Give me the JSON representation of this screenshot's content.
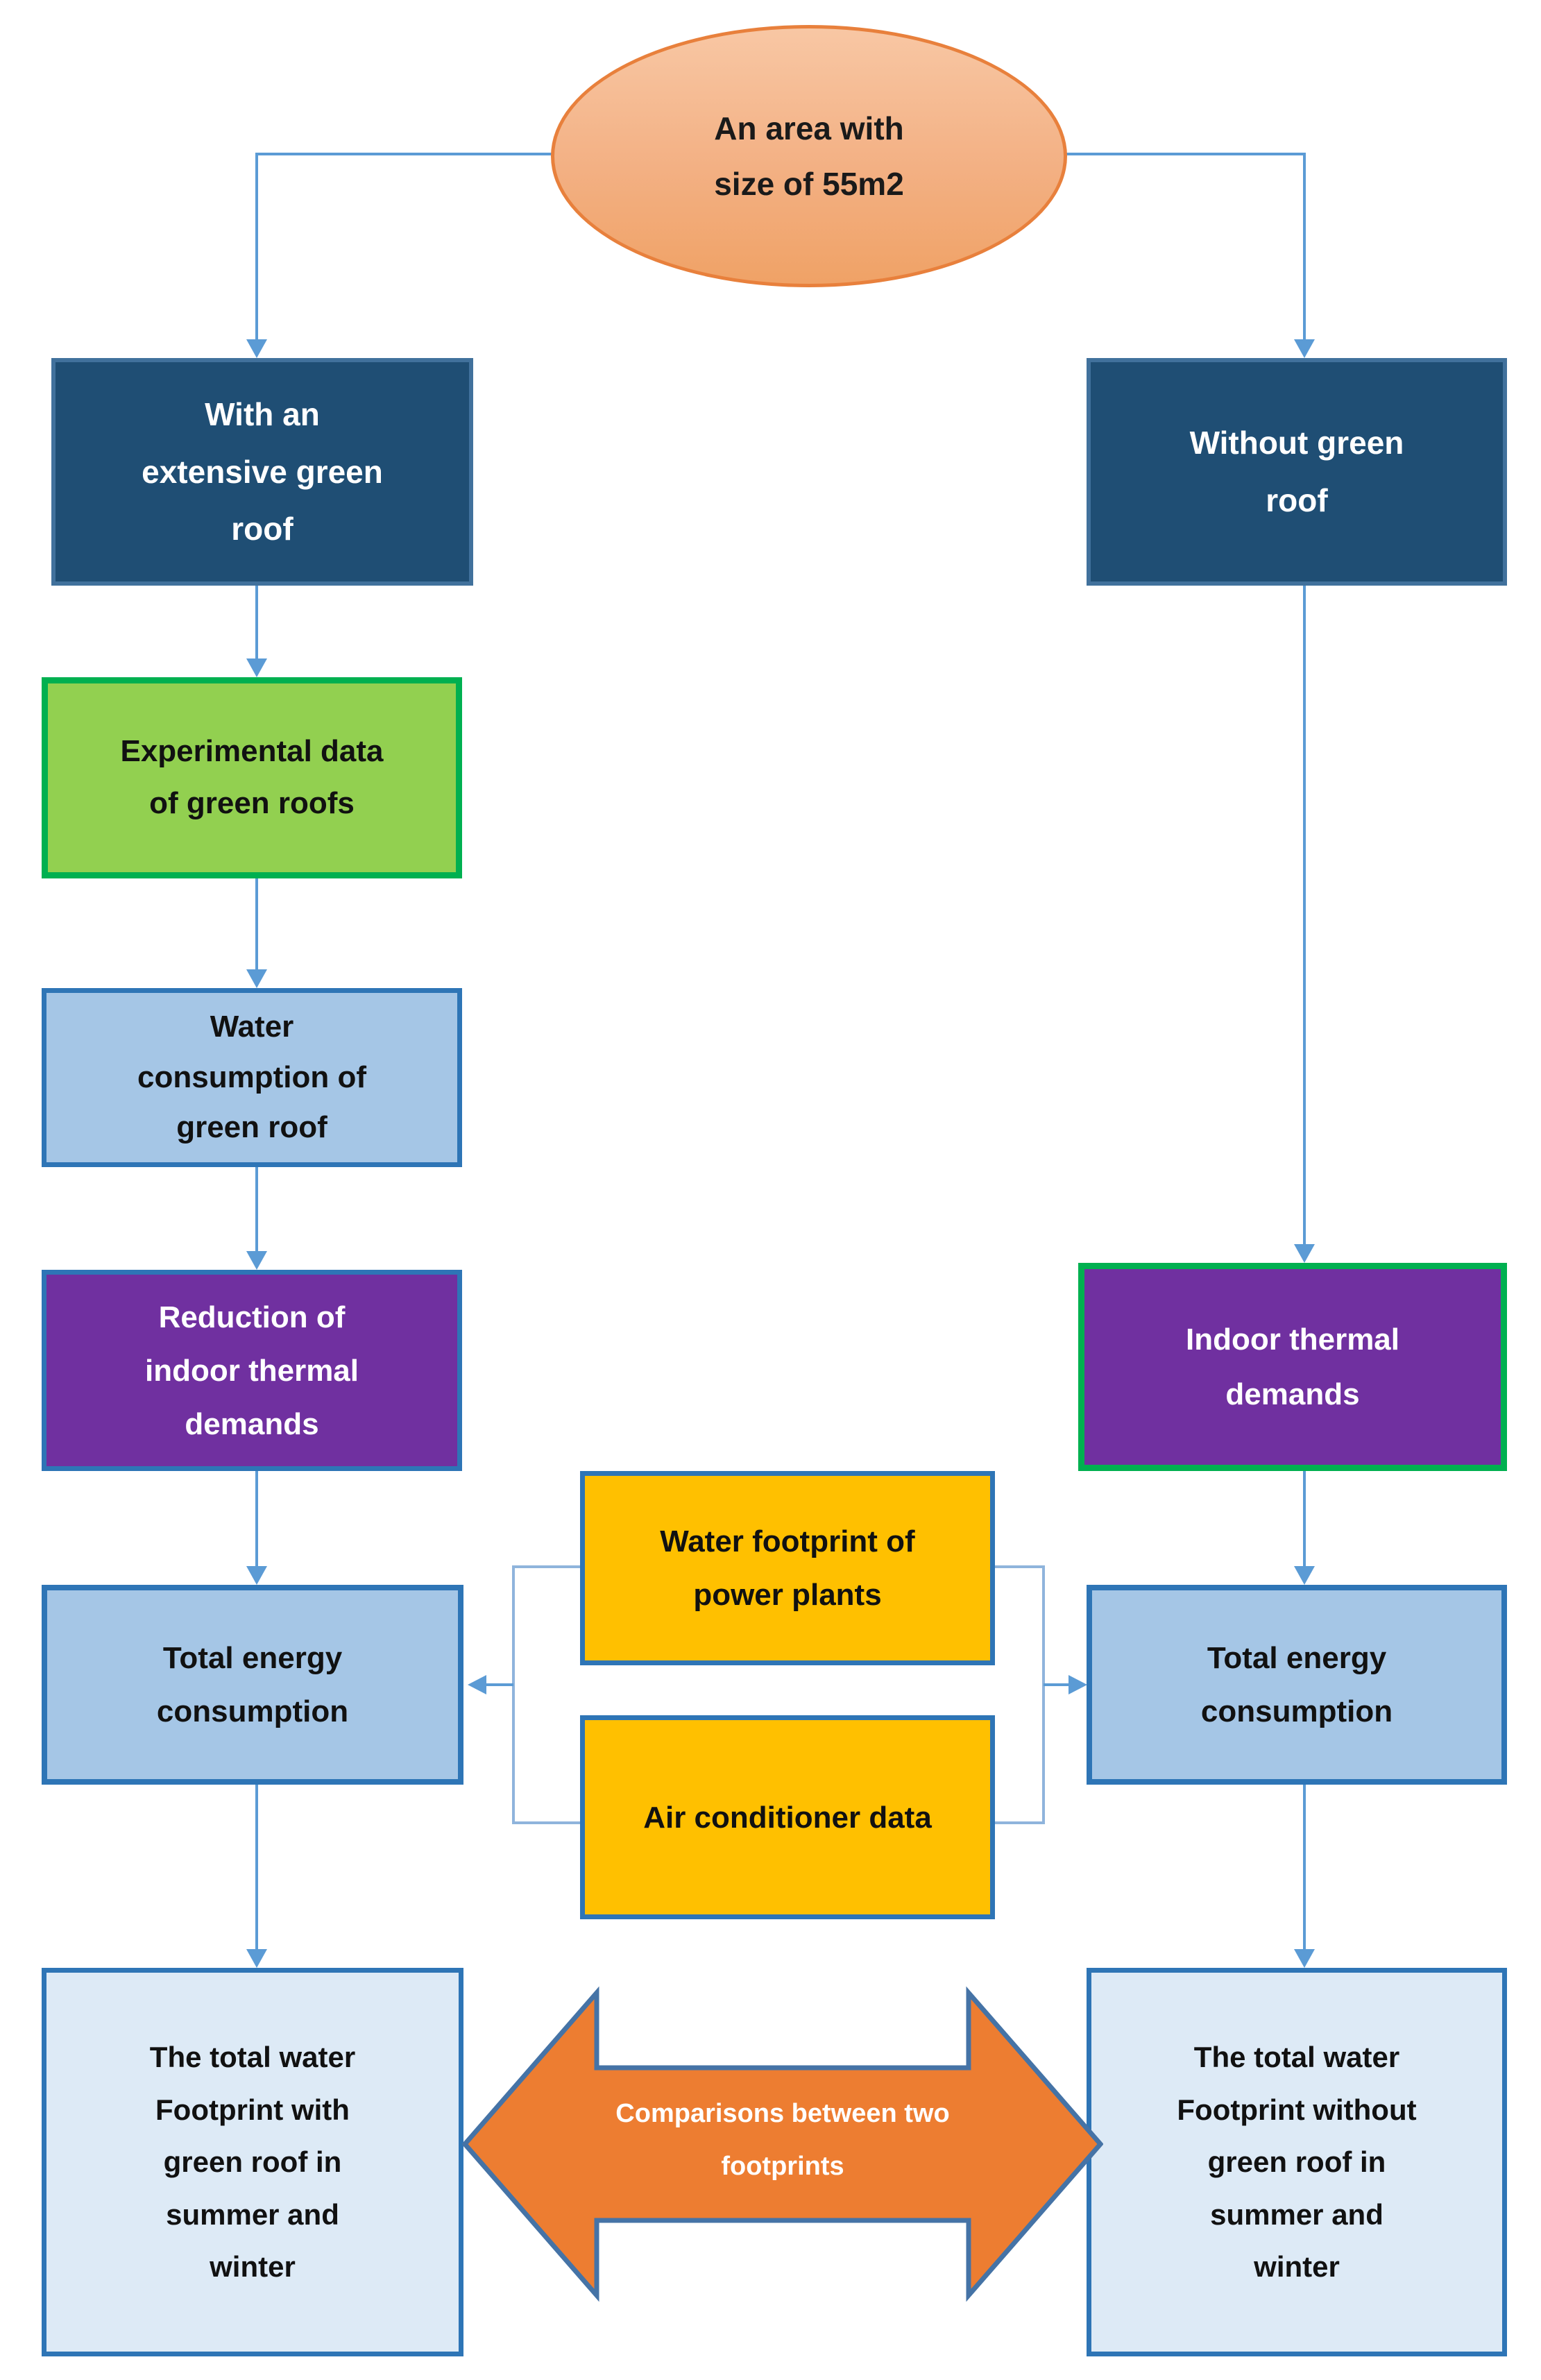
{
  "canvas": {
    "background": "#FFFFFF"
  },
  "colors": {
    "connector": "#5B9BD5",
    "bracket": "#8FB4DC",
    "navy_fill": "#1F4E74",
    "navy_border": "#41719C",
    "green_fill": "#92D050",
    "green_border": "#00B050",
    "lightblue_fill": "#A5C6E6",
    "blue_border": "#2E75B6",
    "purple_fill": "#7030A0",
    "yellow_fill": "#FFC000",
    "paleblue_fill": "#DDEAF6",
    "orange_fill": "#ED7D31",
    "orange_border": "#4573A6"
  },
  "nodes": {
    "area": {
      "label": "An area with\nsize of 55m2",
      "fill_top": "#F8C7A4",
      "fill_bottom": "#F0A266",
      "border": "#E8803C",
      "text": "#1A1A1A"
    },
    "with_green_roof": {
      "label": "With an\nextensive green\nroof",
      "fill": "#1F4E74",
      "border": "#41719C",
      "text": "#FFFFFF"
    },
    "without_green_roof": {
      "label": "Without green\nroof",
      "fill": "#1F4E74",
      "border": "#41719C",
      "text": "#FFFFFF"
    },
    "experimental_data": {
      "label": "Experimental data\nof green roofs",
      "fill": "#92D050",
      "border": "#00B050",
      "text": "#111111"
    },
    "water_consumption": {
      "label": "Water\nconsumption of\ngreen roof",
      "fill": "#A5C6E6",
      "border": "#2E75B6",
      "text": "#111111"
    },
    "reduction_thermal": {
      "label": "Reduction of\nindoor thermal\ndemands",
      "fill": "#7030A0",
      "border": "#2E75B6",
      "text": "#FFFFFF"
    },
    "indoor_thermal": {
      "label": "Indoor thermal\ndemands",
      "fill": "#7030A0",
      "border": "#00B050",
      "text": "#FFFFFF"
    },
    "water_footprint_power": {
      "label": "Water footprint of\npower plants",
      "fill": "#FFC000",
      "border": "#2E75B6",
      "text": "#111111"
    },
    "air_conditioner": {
      "label": "Air conditioner data",
      "fill": "#FFC000",
      "border": "#2E75B6",
      "text": "#111111"
    },
    "total_energy_left": {
      "label": "Total energy\nconsumption",
      "fill": "#A5C6E6",
      "border": "#2E75B6",
      "text": "#111111"
    },
    "total_energy_right": {
      "label": "Total energy\nconsumption",
      "fill": "#A5C6E6",
      "border": "#2E75B6",
      "text": "#111111"
    },
    "footprint_with": {
      "label": "The total water\nFootprint with\ngreen roof in\nsummer and\nwinter",
      "fill": "#DDEAF6",
      "border": "#2E75B6",
      "text": "#111111"
    },
    "footprint_without": {
      "label": "The total water\nFootprint without\ngreen roof in\nsummer and\nwinter",
      "fill": "#DDEAF6",
      "border": "#2E75B6",
      "text": "#111111"
    },
    "comparison": {
      "label": "Comparisons between two\nfootprints",
      "fill": "#ED7D31",
      "border": "#4573A6",
      "text": "#FFFFFF"
    }
  }
}
